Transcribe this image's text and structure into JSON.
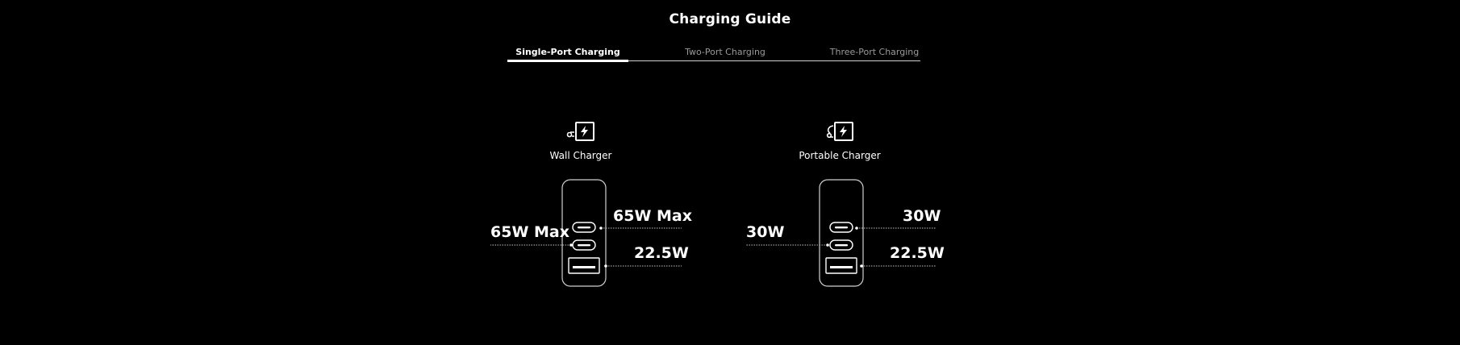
{
  "page": {
    "title": "Charging Guide"
  },
  "tabs": [
    {
      "label": "Single-Port Charging",
      "active": true
    },
    {
      "label": "Two-Port Charging",
      "active": false
    },
    {
      "label": "Three-Port Charging",
      "active": false
    }
  ],
  "chargers": [
    {
      "name": "Wall Charger",
      "icon": "wall-charger-icon",
      "ports": {
        "usb_c1": "65W Max",
        "usb_c2": "65W Max",
        "usb_a": "22.5W"
      }
    },
    {
      "name": "Portable Charger",
      "icon": "portable-charger-icon",
      "ports": {
        "usb_c1": "30W",
        "usb_c2": "30W",
        "usb_a": "22.5W"
      }
    }
  ],
  "colors": {
    "background": "#000000",
    "text": "#ffffff",
    "inactive_tab": "#9a9a9a"
  }
}
